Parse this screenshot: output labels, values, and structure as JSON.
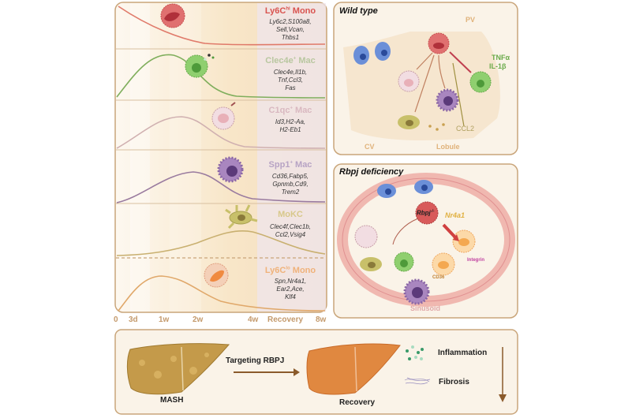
{
  "timeline": {
    "populations": [
      {
        "name_main": "Ly6C",
        "name_sup": "hi",
        "name_rest": " Mono",
        "genes": [
          "Ly6c2,S100a8,",
          "Sell,Vcan,",
          "Thbs1"
        ],
        "color": "#d9534f",
        "curve_color": "#e07a6a"
      },
      {
        "name_main": "Clec4e",
        "name_sup": "+",
        "name_rest": " Mac",
        "genes": [
          "Clec4e,Il1b,",
          "Tnf,Ccl3,",
          "Fas"
        ],
        "color": "#b9c7a0",
        "curve_color": "#7fae5c"
      },
      {
        "name_main": "C1qc",
        "name_sup": "+",
        "name_rest": " Mac",
        "genes": [
          "Id3,H2-Aa,",
          "H2-Eb1"
        ],
        "color": "#d9b8c0",
        "curve_color": "#d0b0b0"
      },
      {
        "name_main": "Spp1",
        "name_sup": "+",
        "name_rest": " Mac",
        "genes": [
          "Cd36,Fabp5,",
          "Gpnmb,Cd9,",
          "Trem2"
        ],
        "color": "#b7a3c4",
        "curve_color": "#9a7b9f"
      },
      {
        "name_main": "MoKC",
        "name_sup": "",
        "name_rest": "",
        "genes": [
          "Clec4f,Clec1b,",
          "Ccl2,Vsig4"
        ],
        "color": "#d8c88a",
        "curve_color": "#c9b070"
      },
      {
        "name_main": "Ly6C",
        "name_sup": "lo",
        "name_rest": " Mono",
        "genes": [
          "Spn,Nr4a1,",
          "Ear2,Ace,",
          "Klf4"
        ],
        "color": "#f0b27a",
        "curve_color": "#e0a86a"
      }
    ],
    "axis_ticks": [
      "0",
      "3d",
      "1w",
      "2w",
      "4w",
      "Recovery",
      "8w"
    ]
  },
  "wild_type": {
    "title": "Wild type",
    "labels": {
      "pv": "PV",
      "cv": "CV",
      "lobule": "Lobule",
      "ccl2": "CCL2",
      "tnfa": "TNFα",
      "il1b": "IL-1β"
    }
  },
  "rbpj": {
    "title": "Rbpj deficiency",
    "labels": {
      "rbpj": "Rbpj",
      "rbpj_sup": "-/-",
      "nr4a1": "Nr4a1",
      "integrin": "Integrin",
      "cd36": "CD36",
      "sinusoid": "Sinusoid"
    }
  },
  "bottom": {
    "mash": "MASH",
    "targeting": "Targeting RBPJ",
    "recovery": "Recovery",
    "inflammation": "Inflammation",
    "fibrosis": "Fibrosis"
  },
  "colors": {
    "panel_border": "#c9a57a",
    "panel_bg": "#faf3e8",
    "brown_arrow": "#8a5a2b",
    "mash_liver": "#c49a4a",
    "recovery_liver": "#e08840"
  }
}
